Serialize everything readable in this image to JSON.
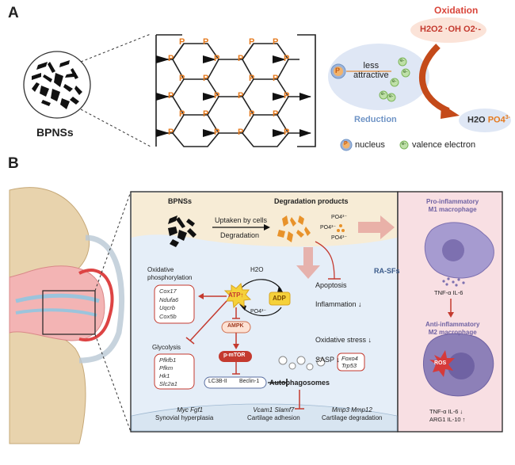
{
  "panel_a": {
    "letter": "A",
    "bpns_label": "BPNSs",
    "p_atom": "P",
    "oxidation_title": "Oxidation",
    "oxidants": "H2O2 ·OH O2·-",
    "reduction_title": "Reduction",
    "less_attractive_line1": "less",
    "less_attractive_line2": "attractive",
    "electron_symbol": "e-",
    "product_h2o": "H2O",
    "product_po4": "PO4",
    "product_po4_charge": "3-",
    "legend_nucleus": "nucleus",
    "legend_electron": "valence electron"
  },
  "panel_b": {
    "letter": "B",
    "bpns_title": "BPNSs",
    "uptake_label": "Uptaken by cells",
    "degradation_label": "Degradation",
    "degradation_products_title": "Degradation products",
    "po4_labels": [
      "PO4³⁻",
      "PO4³⁻",
      "PO4³⁻"
    ],
    "rasfs_label": "RA-SFs",
    "h2o_label": "H2O",
    "atp_label": "ATP↑",
    "adp_label": "ADP",
    "po4_cycle_label": "PO4³⁻",
    "oxphos_title_line1": "Oxidative",
    "oxphos_title_line2": "phosphorylation",
    "oxphos_genes": [
      "Cox17",
      "Ndufa6",
      "Uqcrb",
      "Cox5b"
    ],
    "glycolysis_title": "Glycolysis",
    "glycolysis_genes": [
      "Pfkfb1",
      "Pfkm",
      "Hk1",
      "Slc2a1"
    ],
    "ampk_label": "AMPK",
    "mtor_label": "p-mTOR",
    "lc3b_label": "LC3B-II",
    "beclin_label": "Beclin-1",
    "autophagosomes_label": "Autophagosomes",
    "apoptosis_label": "Apoptosis",
    "inflammation_label": "Inflammation ↓",
    "oxidative_stress_label": "Oxidative stress ↓",
    "sasp_label": "SASP ↓",
    "sasp_genes": [
      "Foxo4",
      "Trp53"
    ],
    "bottom_genes_1": "Myc Fgf1",
    "bottom_label_1": "Synovial hyperplasia",
    "bottom_genes_2": "Vcam1 Slamf7",
    "bottom_label_2": "Cartilage adhesion",
    "bottom_genes_3": "Mmp3 Mmp12",
    "bottom_label_3": "Cartilage degradation",
    "m1_title_line1": "Pro-inflammatory",
    "m1_title_line2": "M1 macrophage",
    "m1_cytokines": "TNF-α IL-6",
    "m2_title_line1": "Anti-inflammatory",
    "m2_title_line2": "M2 macrophage",
    "ros_label": "ROS",
    "m2_outcome_line1": "TNF-α IL-6 ↓",
    "m2_outcome_line2": "ARG1 IL-10 ↑"
  },
  "colors": {
    "phosphorus_orange": "#e57a1e",
    "oxidation_red": "#d9453a",
    "reduction_blue": "#6f94c6",
    "electron_green": "#7cb65a",
    "atp_red": "#c43a2f",
    "macrophage_purple": "#8d80b8",
    "m1_panel_pink": "#f8dfe3",
    "rasf_panel_blue": "#e5eef8",
    "top_panel_cream": "#f7ecd6"
  }
}
